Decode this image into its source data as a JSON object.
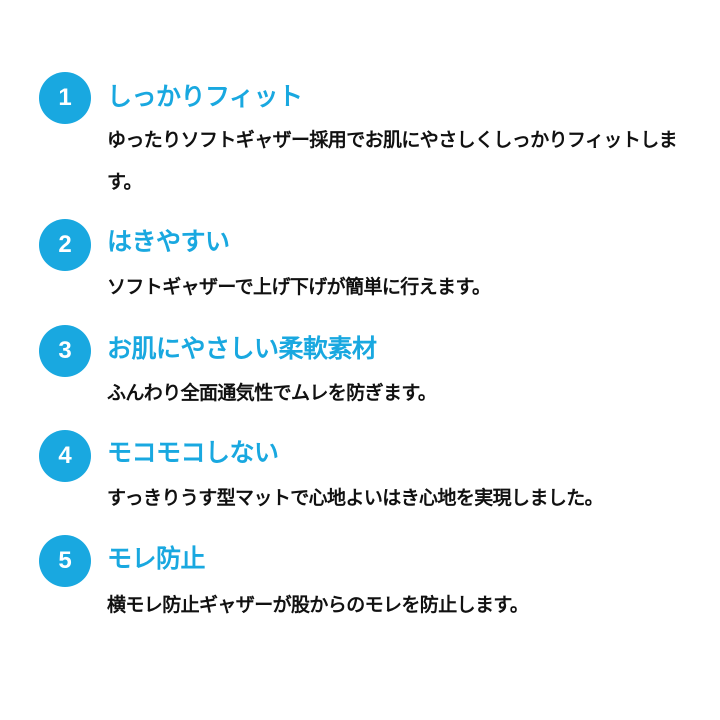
{
  "colors": {
    "accent": "#19a8e0",
    "text": "#111111",
    "background": "#ffffff"
  },
  "features": [
    {
      "number": "1",
      "title": "しっかりフィット",
      "description": "ゆったりソフトギャザー採用でお肌にやさしくしっかりフィットします。"
    },
    {
      "number": "2",
      "title": "はきやすい",
      "description": "ソフトギャザーで上げ下げが簡単に行えます。"
    },
    {
      "number": "3",
      "title": "お肌にやさしい柔軟素材",
      "description": "ふんわり全面通気性でムレを防ぎます。"
    },
    {
      "number": "4",
      "title": "モコモコしない",
      "description": "すっきりうす型マットで心地よいはき心地を実現しました。"
    },
    {
      "number": "5",
      "title": "モレ防止",
      "description": "横モレ防止ギャザーが股からのモレを防止します。"
    }
  ]
}
